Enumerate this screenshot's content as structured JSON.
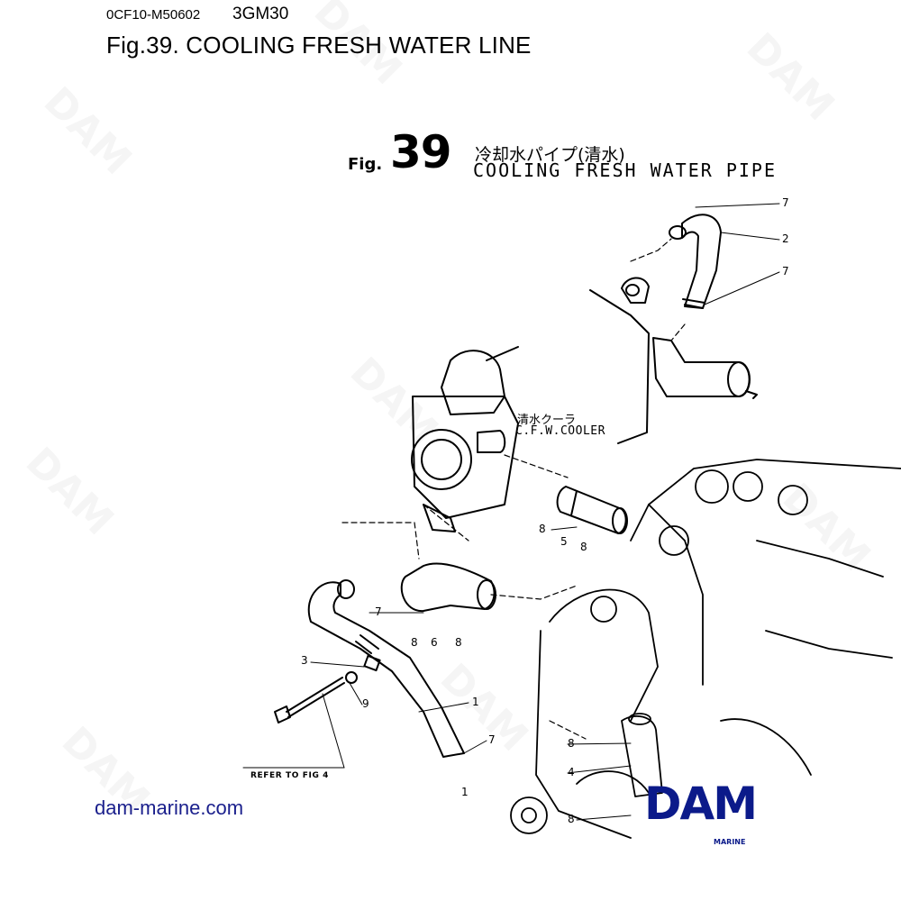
{
  "header": {
    "code": "0CF10-M50602",
    "model": "3GM30",
    "title": "Fig.39.  COOLING FRESH WATER LINE"
  },
  "figure": {
    "fig_word": "Fig.",
    "fig_number": "39",
    "title_japanese": "冷却水パイプ(清水)",
    "title_english": "COOLING FRESH WATER PIPE"
  },
  "cooler_label": {
    "japanese": "清水クーラ",
    "english": "C.F.W.COOLER"
  },
  "refer_note": "REFER TO FIG 4",
  "part_numbers": [
    "7",
    "2",
    "7",
    "8",
    "5",
    "8",
    "7",
    "8",
    "6",
    "8",
    "3",
    "9",
    "1",
    "7",
    "8",
    "4",
    "1",
    "8"
  ],
  "footer": {
    "website": "dam-marine.com",
    "logo_text": "DAM",
    "logo_subtext": "MARINE"
  },
  "watermark": "DAM",
  "colors": {
    "ink": "#000000",
    "brand_blue": "#0b1a8a",
    "link_blue": "#1a1f8c"
  }
}
